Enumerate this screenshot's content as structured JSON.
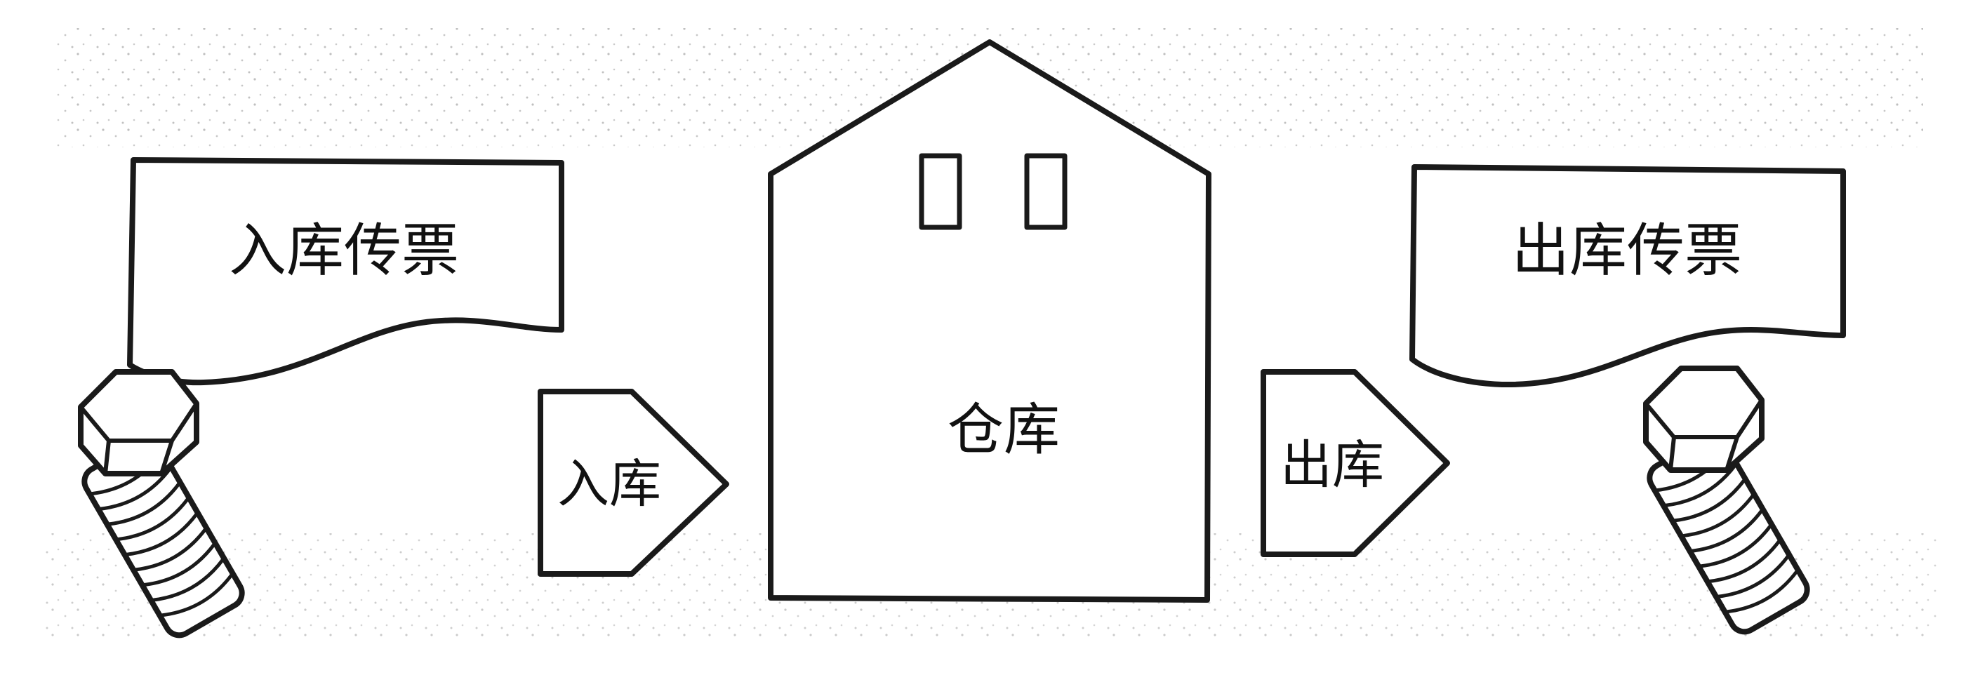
{
  "labels": {
    "in_slip": "入库传票",
    "warehouse": "仓库",
    "out_slip": "出库传票",
    "in_arrow": "入库",
    "out_arrow": "出库"
  },
  "colors": {
    "ink": "#1a1a1a",
    "paper": "#ffffff",
    "speckle": "#8a8a8a"
  },
  "icons": {
    "left_bolt": "bolt-icon",
    "right_bolt": "bolt-icon"
  }
}
